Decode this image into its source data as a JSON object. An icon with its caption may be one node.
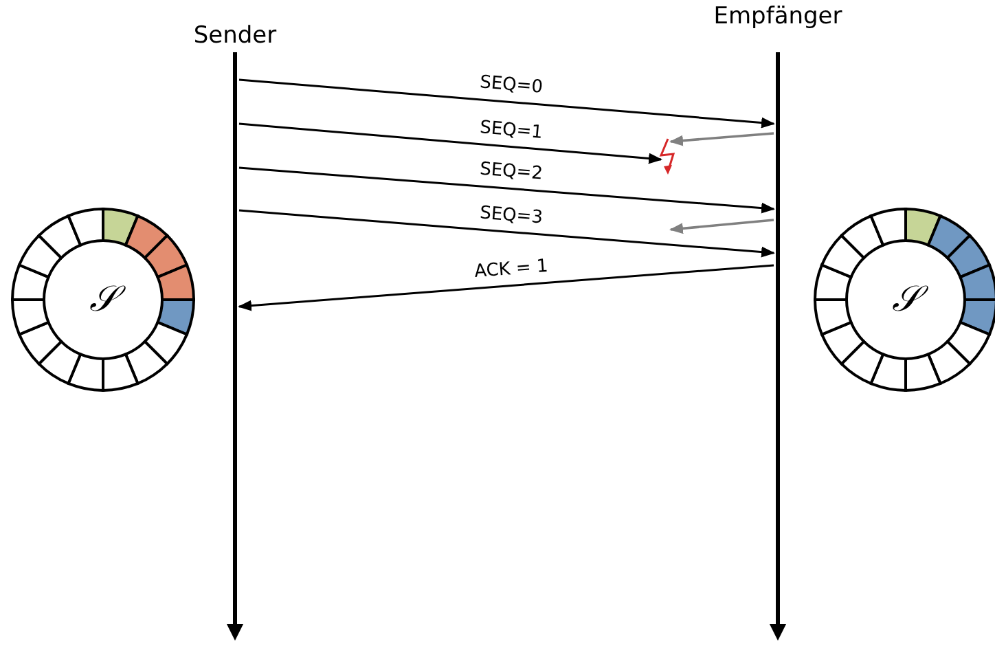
{
  "diagram": {
    "nodes": [
      {
        "text": [
          "Sender"
        ]
      },
      {
        "text": [
          "Empfänger"
        ]
      },
      {
        "text": [
          "𝒮"
        ]
      },
      {
        "text": [
          "𝒮"
        ]
      }
    ],
    "edges": [
      {
        "from": 0,
        "to": 1,
        "arrow": "to",
        "label": "SEQ=0"
      },
      {
        "from": 0,
        "to": null,
        "arrow": "to",
        "label": "SEQ=1"
      },
      {
        "from": 1,
        "to": null,
        "arrow": "to",
        "color": "#808080"
      },
      {
        "from": 0,
        "to": 1,
        "arrow": "to",
        "label": "SEQ=2"
      },
      {
        "from": 1,
        "to": null,
        "arrow": "to",
        "color": "#808080"
      },
      {
        "from": 0,
        "to": 1,
        "arrow": "to",
        "label": "SEQ=3"
      },
      {
        "from": 1,
        "to": 0,
        "arrow": "to",
        "label": "ACK = 1"
      }
    ]
  }
}
